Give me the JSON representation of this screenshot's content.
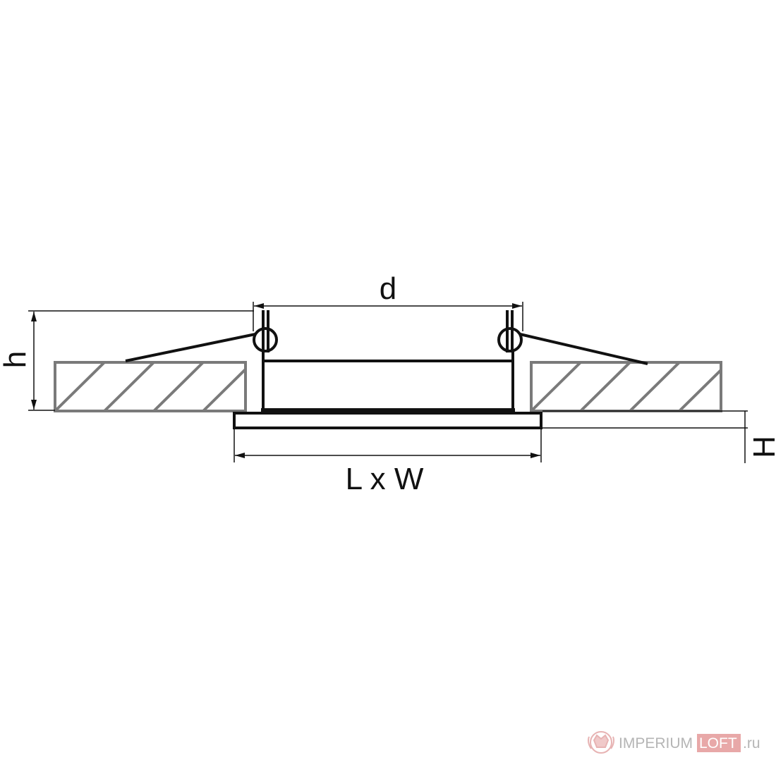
{
  "diagram": {
    "labels": {
      "diameter": "d",
      "height_recess": "h",
      "height_visible": "H",
      "length_width": "L x W"
    }
  },
  "watermark": {
    "brand_part1": "IMPERIUM",
    "brand_part2": "LOFT",
    "domain": ".ru"
  },
  "colors": {
    "line": "#111111",
    "ceiling_outline": "#7a7a7a",
    "hatch": "#7a7a7a",
    "watermark_gray": "#b5b5b5",
    "watermark_accent": "#e8a8a8",
    "watermark_logo": "#e7b3b3"
  }
}
